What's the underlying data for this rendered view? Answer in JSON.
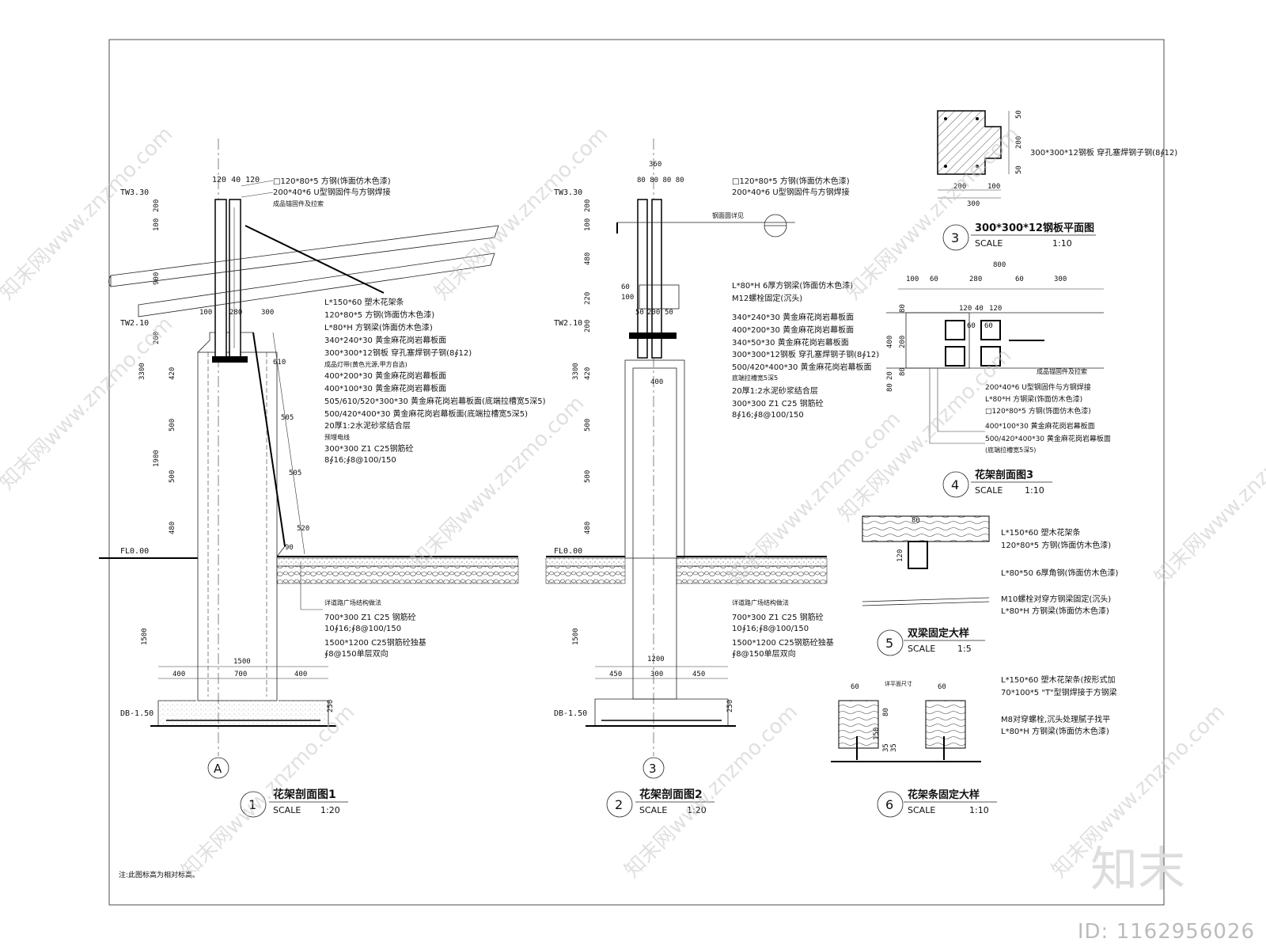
{
  "drawing": {
    "sections": [
      {
        "num": "1",
        "title": "花架剖面图1",
        "scale_label": "SCALE",
        "scale": "1:20"
      },
      {
        "num": "2",
        "title": "花架剖面图2",
        "scale_label": "SCALE",
        "scale": "1:20"
      },
      {
        "num": "3",
        "title": "300*300*12钢板平面图",
        "scale_label": "SCALE",
        "scale": "1:10"
      },
      {
        "num": "4",
        "title": "花架剖面图3",
        "scale_label": "SCALE",
        "scale": "1:10"
      },
      {
        "num": "5",
        "title": "双梁固定大样",
        "scale_label": "SCALE",
        "scale": "1:5"
      },
      {
        "num": "6",
        "title": "花架条固定大样",
        "scale_label": "SCALE",
        "scale": "1:10"
      }
    ],
    "grid_markers": [
      "A",
      "3"
    ],
    "levels": {
      "tw330": "TW3.30",
      "tw210": "TW2.10",
      "fl": "FL0.00",
      "db": "DB-1.50"
    },
    "dims1": {
      "top": "120 40 120",
      "v": [
        "200",
        "100",
        "900",
        "200",
        "420",
        "500",
        "500",
        "480",
        "1500",
        "250",
        "3300",
        "1900"
      ],
      "mid": [
        "100",
        "280",
        "300"
      ],
      "slope": [
        "610",
        "505",
        "505",
        "520",
        "90"
      ],
      "bottom_total": "1500",
      "bottom": [
        "400",
        "700",
        "400"
      ]
    },
    "dims2": {
      "top_total": "360",
      "top": "80 80 80 80",
      "v": [
        "200",
        "100",
        "480",
        "220",
        "200",
        "420",
        "500",
        "500",
        "480",
        "1500",
        "250",
        "3300"
      ],
      "mid": [
        "50",
        "200",
        "50",
        "60",
        "100"
      ],
      "col": "400",
      "bottom_total": "1200",
      "bottom": [
        "450",
        "300",
        "450"
      ]
    },
    "dims3": {
      "h": [
        "200",
        "100"
      ],
      "h_total": "300",
      "v": [
        "50",
        "200",
        "50"
      ]
    },
    "dims4": {
      "total": "800",
      "top": [
        "100",
        "60",
        "280",
        "60",
        "300"
      ],
      "inner": [
        "120",
        "40",
        "120"
      ],
      "v": [
        "80",
        "200",
        "80",
        "400",
        "20",
        "80"
      ],
      "small": [
        "60",
        "60"
      ]
    },
    "dims5": {
      "w": "80",
      "h": "120"
    },
    "dims6": {
      "left": "60",
      "right": "60",
      "mid": "详平面尺寸",
      "v": [
        "80",
        "150",
        "35",
        "35"
      ]
    },
    "labels1": [
      "□120*80*5 方钢(饰面仿木色漆)",
      "200*40*6 U型钢固件与方钢焊接",
      "成品锚固件及拉索",
      "L*150*60 塑木花架条",
      "120*80*5 方钢(饰面仿木色漆)",
      "L*80*H 方钢梁(饰面仿木色漆)",
      "340*240*30 黄金麻花岗岩幕板面",
      "300*300*12钢板 穿孔塞焊钢子钢(8∮12)",
      "成品灯带(黄色光源,甲方自选)",
      "400*200*30 黄金麻花岗岩幕板面",
      "400*100*30 黄金麻花岗岩幕板面",
      "505/610/520*300*30 黄金麻花岗岩幕板面(底端拉槽宽5深5)",
      "500/420*400*30 黄金麻花岗岩幕板面(底端拉槽宽5深5)",
      "20厚1:2水泥砂浆结合层",
      "预埋电线",
      "300*300 Z1 C25钢筋砼",
      "8∮16;∮8@100/150",
      "详道路广场结构做法",
      "700*300 Z1 C25 钢筋砼",
      "10∮16;∮8@100/150",
      "1500*1200 C25钢筋砼独基",
      "∮8@150单层双向"
    ],
    "labels2": [
      "□120*80*5 方钢(饰面仿木色漆)",
      "200*40*6 U型钢固件与方钢焊接",
      "钢面圆详见",
      "L*80*H 6厚方钢梁(饰面仿木色漆)",
      "M12螺栓固定(沉头)",
      "340*240*30 黄金麻花岗岩幕板面",
      "400*200*30 黄金麻花岗岩幕板面",
      "340*50*30 黄金麻花岗岩幕板面",
      "300*300*12钢板 穿孔塞焊钢子钢(8∮12)",
      "500/420*400*30 黄金麻花岗岩幕板面",
      "底端拉槽宽5深5",
      "20厚1:2水泥砂浆结合层",
      "300*300 Z1 C25 钢筋砼",
      "8∮16;∮8@100/150",
      "详道路广场结构做法",
      "700*300 Z1 C25 钢筋砼",
      "10∮16;∮8@100/150",
      "1500*1200 C25钢筋砼独基",
      "∮8@150单层双向"
    ],
    "labels3": [
      "300*300*12钢板 穿孔塞焊钢子钢(8∮12)"
    ],
    "labels4": [
      "成品锚固件及拉索",
      "200*40*6 U型钢固件与方钢焊接",
      "L*80*H 方钢梁(饰面仿木色漆)",
      "□120*80*5 方钢(饰面仿木色漆)",
      "400*100*30 黄金麻花岗岩幕板面",
      "500/420*400*30 黄金麻花岗岩幕板面",
      "(底端拉槽宽5深5)"
    ],
    "labels5": [
      "L*150*60 塑木花架条",
      "120*80*5 方钢(饰面仿木色漆)",
      "L*80*50 6厚角钢(饰面仿木色漆)",
      "M10螺栓对穿方钢梁固定(沉头)",
      "L*80*H 方钢梁(饰面仿木色漆)"
    ],
    "labels6": [
      "L*150*60 塑木花架条(按形式加",
      "70*100*5 \"T\"型钢焊接于方钢梁",
      "M8对穿螺栓,沉头处理腻子找平",
      "L*80*H 方钢梁(饰面仿木色漆)"
    ],
    "note": "注:此图标高为相对标高。",
    "watermark": "知末网www.znzmo.com",
    "logo": "知末",
    "id_text": "ID: 1162956026"
  }
}
